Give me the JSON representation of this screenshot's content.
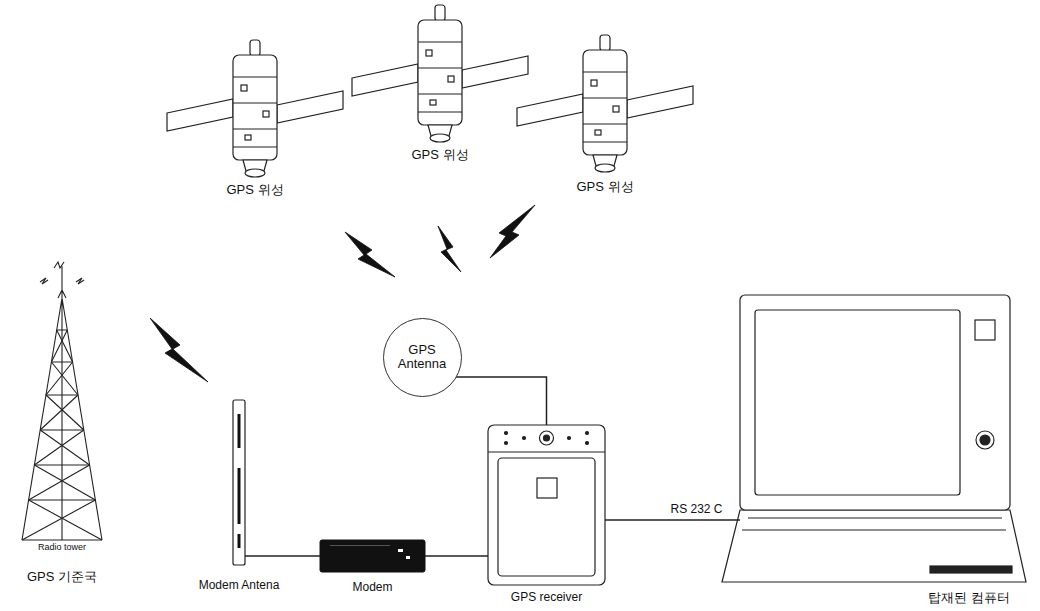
{
  "diagram": {
    "nodes": [
      {
        "text": [
          "GPS 위성"
        ]
      },
      {
        "text": [
          "GPS 위성"
        ]
      },
      {
        "text": [
          "GPS 위성"
        ]
      },
      {
        "text": [
          "Radio tower",
          "GPS 기준국"
        ]
      },
      {
        "text": [
          "GPS Antenna"
        ]
      },
      {
        "text": [
          "Modem Antena"
        ]
      },
      {
        "text": [
          "Modem"
        ]
      },
      {
        "text": [
          "GPS receiver"
        ]
      },
      {
        "text": [
          "탑재된 컴퓨터"
        ]
      }
    ],
    "edges": [
      {
        "from": 4,
        "to": 7,
        "arrow": "none"
      },
      {
        "from": 5,
        "to": 6,
        "arrow": "none"
      },
      {
        "from": 6,
        "to": 7,
        "arrow": "none"
      },
      {
        "from": 7,
        "to": 8,
        "label": "RS 232 C",
        "arrow": "none"
      }
    ]
  }
}
